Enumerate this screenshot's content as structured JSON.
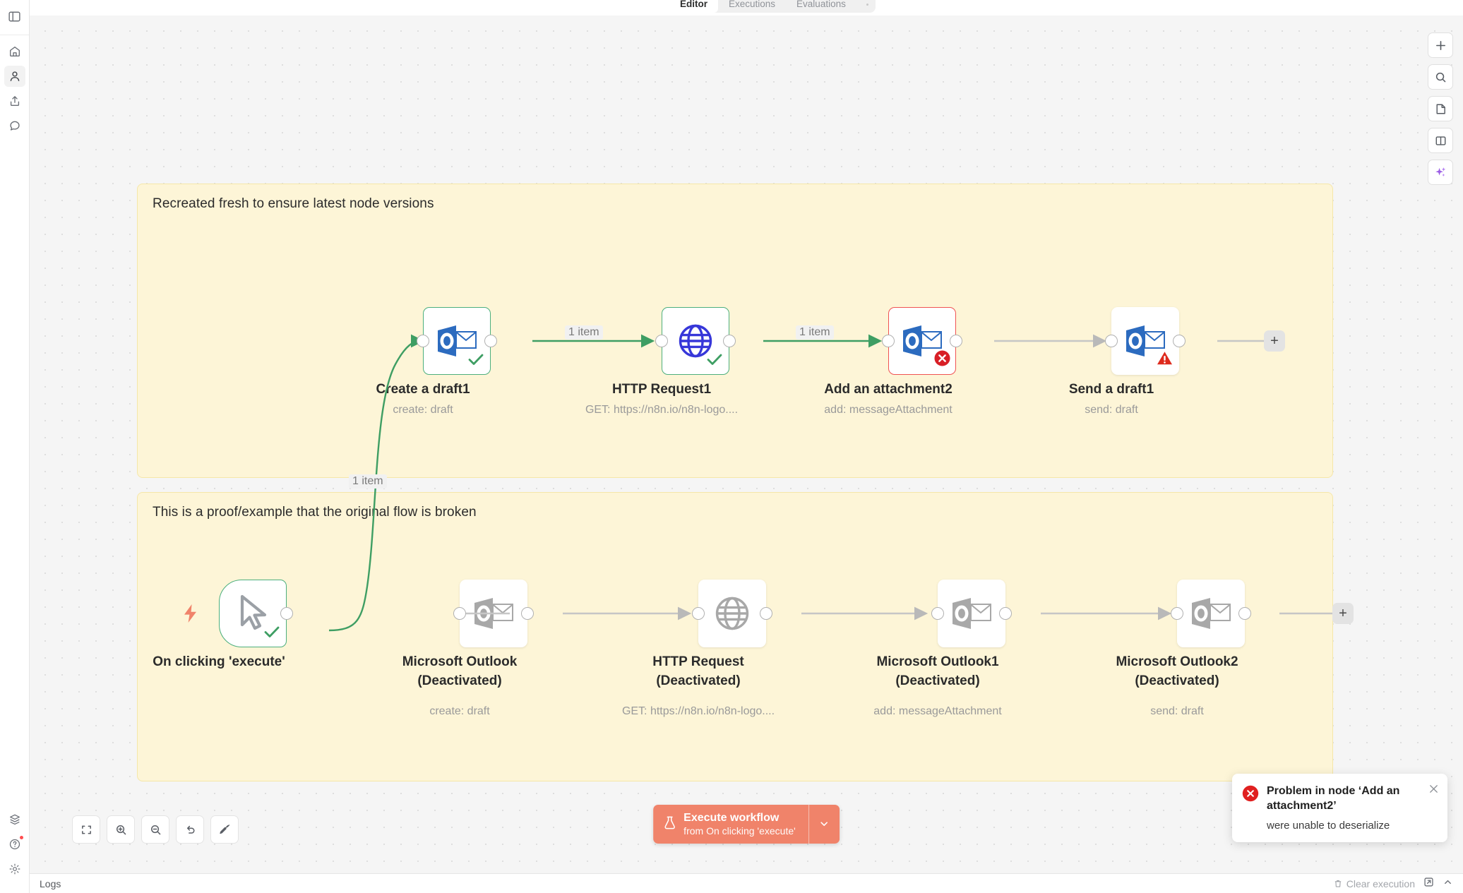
{
  "sidebar": {
    "top_items": [
      {
        "name": "panel-toggle-icon",
        "label": "Toggle sidebar"
      }
    ],
    "items": [
      {
        "name": "home-icon",
        "label": "Overview",
        "active": false
      },
      {
        "name": "person-icon",
        "label": "Personal",
        "active": true
      },
      {
        "name": "upload-icon",
        "label": "Templates",
        "active": false
      },
      {
        "name": "chat-icon",
        "label": "Assistant",
        "active": false
      }
    ],
    "bottom_items": [
      {
        "name": "package-icon",
        "label": "What's new",
        "badge": false
      },
      {
        "name": "help-icon",
        "label": "Help",
        "badge": true
      },
      {
        "name": "gear-icon",
        "label": "Settings",
        "badge": false
      }
    ]
  },
  "tabs": [
    {
      "label": "Editor",
      "active": true
    },
    {
      "label": "Executions",
      "active": false
    },
    {
      "label": "Evaluations",
      "active": false
    }
  ],
  "right_tools": [
    {
      "name": "add-node-icon",
      "label": "Add node"
    },
    {
      "name": "search-icon",
      "label": "Search nodes"
    },
    {
      "name": "sticky-note-icon",
      "label": "Add sticky note"
    },
    {
      "name": "panel-icon",
      "label": "Toggle panel"
    },
    {
      "name": "ai-sparkle-icon",
      "label": "AI assistant"
    }
  ],
  "canvas_controls": [
    {
      "name": "fit-view-button",
      "label": "Zoom to fit"
    },
    {
      "name": "zoom-in-button",
      "label": "Zoom in"
    },
    {
      "name": "zoom-out-button",
      "label": "Zoom out"
    },
    {
      "name": "reset-zoom-button",
      "label": "Reset zoom"
    },
    {
      "name": "tidy-up-button",
      "label": "Tidy up"
    }
  ],
  "sticky_notes": [
    {
      "text": "Recreated fresh to ensure latest node versions"
    },
    {
      "text": "This is a proof/example that the original flow is broken"
    }
  ],
  "nodes": [
    {
      "id": "create-a-draft1",
      "title": "Create a draft1",
      "subtitle": "create: draft",
      "icon": "microsoft-outlook-icon",
      "state": "success",
      "badge": "check",
      "deactivated": false
    },
    {
      "id": "http-request1",
      "title": "HTTP Request1",
      "subtitle": "GET: https://n8n.io/n8n-logo....",
      "icon": "globe-icon",
      "state": "success",
      "badge": "check",
      "deactivated": false
    },
    {
      "id": "add-an-attachment2",
      "title": "Add an attachment2",
      "subtitle": "add: messageAttachment",
      "icon": "microsoft-outlook-icon",
      "state": "error",
      "badge": "error",
      "deactivated": false
    },
    {
      "id": "send-a-draft1",
      "title": "Send a draft1",
      "subtitle": "send: draft",
      "icon": "microsoft-outlook-icon",
      "state": "warning",
      "badge": "warning",
      "deactivated": false
    },
    {
      "id": "on-clicking-execute",
      "title": "On clicking 'execute'",
      "subtitle": "",
      "icon": "cursor-pointer-icon",
      "state": "success",
      "badge": "check",
      "deactivated": false
    },
    {
      "id": "microsoft-outlook",
      "title": "Microsoft Outlook\n(Deactivated)",
      "subtitle": "create: draft",
      "icon": "microsoft-outlook-icon",
      "state": "idle",
      "badge": "none",
      "deactivated": true
    },
    {
      "id": "http-request",
      "title": "HTTP Request\n(Deactivated)",
      "subtitle": "GET: https://n8n.io/n8n-logo....",
      "icon": "globe-icon",
      "state": "idle",
      "badge": "none",
      "deactivated": true
    },
    {
      "id": "microsoft-outlook1",
      "title": "Microsoft Outlook1\n(Deactivated)",
      "subtitle": "add: messageAttachment",
      "icon": "microsoft-outlook-icon",
      "state": "idle",
      "badge": "none",
      "deactivated": true
    },
    {
      "id": "microsoft-outlook2",
      "title": "Microsoft Outlook2\n(Deactivated)",
      "subtitle": "send: draft",
      "icon": "microsoft-outlook-icon",
      "state": "idle",
      "badge": "none",
      "deactivated": true
    }
  ],
  "connection_labels": [
    {
      "text": "1 item"
    },
    {
      "text": "1 item"
    },
    {
      "text": "1 item"
    }
  ],
  "add_buttons": [
    {
      "label": "+"
    },
    {
      "label": "+"
    }
  ],
  "execute": {
    "primary_label": "Execute workflow",
    "secondary_label": "from On clicking 'execute'",
    "icon": "flask-icon",
    "caret_icon": "chevron-down-icon"
  },
  "toast": {
    "title": "Problem in node ‘Add an attachment2’",
    "message": "were unable to deserialize",
    "icon": "error-circle-icon",
    "close_icon": "close-icon"
  },
  "bottom_bar": {
    "logs_label": "Logs",
    "clear_execution_label": "Clear execution",
    "trash_icon": "trash-icon",
    "popout_icon": "popout-icon",
    "collapse_icon": "chevron-up-icon"
  },
  "colors": {
    "accent_execute": "#f0836a",
    "success": "#4caf7d",
    "error": "#f05252",
    "warning": "#e03b2f",
    "sticky_bg": "#fdf5d7",
    "outlook_blue": "#2c6bbf",
    "globe_blue": "#3737d9",
    "canvas_bg": "#f5f5f5",
    "ai_purple": "#9b5de5"
  }
}
